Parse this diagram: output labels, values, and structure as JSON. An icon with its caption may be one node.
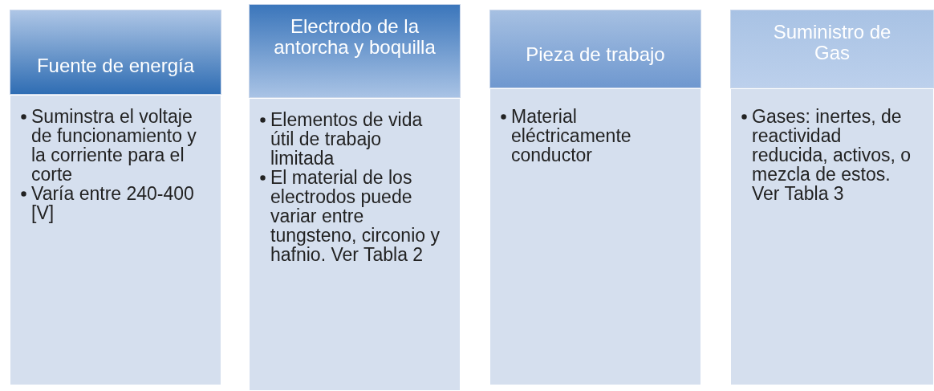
{
  "diagram": {
    "nodes": [
      {
        "text": [
          "Fuente de energía"
        ]
      },
      {
        "text": [
          "Suminstra el voltaje de funcionamiento y la corriente para el corte",
          "Varía entre 240-400 [V]"
        ]
      },
      {
        "text": [
          "Electrodo de la antorcha y boquilla"
        ]
      },
      {
        "text": [
          "Elementos de vida útil de trabajo limitada",
          "El material de los electrodos puede variar entre tungsteno, circonio y hafnio. Ver Tabla 2"
        ]
      },
      {
        "text": [
          "Pieza de trabajo"
        ]
      },
      {
        "text": [
          "Material eléctricamente conductor"
        ]
      },
      {
        "text": [
          "Suministro de Gas"
        ]
      },
      {
        "text": [
          "Gases: inertes, de reactividad reducida, activos, o mezcla de estos. Ver Tabla 3"
        ]
      }
    ]
  }
}
